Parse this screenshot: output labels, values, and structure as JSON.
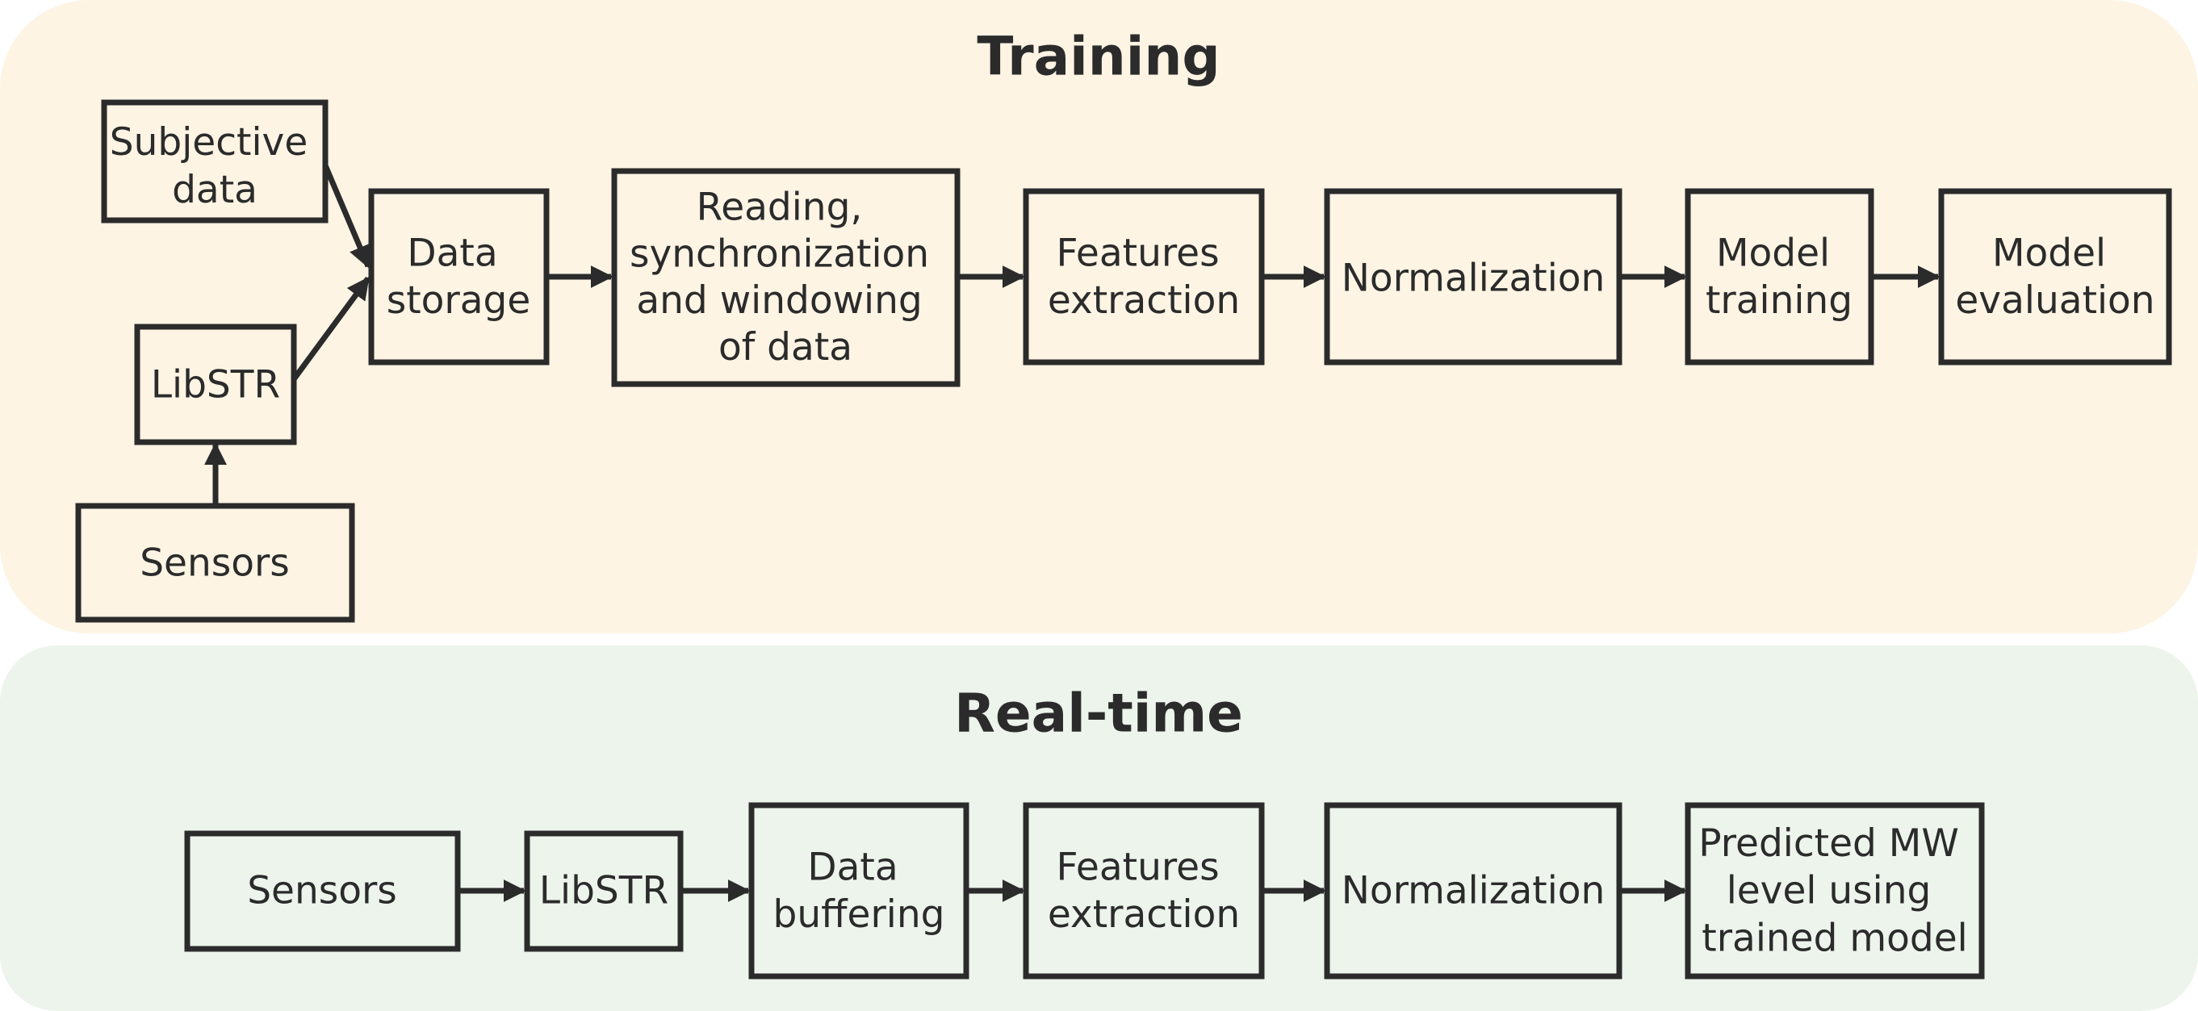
{
  "colors": {
    "training_bg": "#fdf4e4",
    "realtime_bg": "#ecf4ec",
    "ink": "#2b2b2b"
  },
  "training": {
    "title": "Training",
    "boxes": {
      "subjective_data": [
        "Subjective",
        "data"
      ],
      "data_storage": [
        "Data",
        "storage"
      ],
      "libstr": [
        "LibSTR"
      ],
      "sensors": [
        "Sensors"
      ],
      "reading": [
        "Reading,",
        "synchronization",
        "and windowing",
        "of data"
      ],
      "features_extraction": [
        "Features",
        "extraction"
      ],
      "normalization": [
        "Normalization"
      ],
      "model_training": [
        "Model",
        "training"
      ],
      "model_evaluation": [
        "Model",
        "evaluation"
      ]
    }
  },
  "realtime": {
    "title": "Real-time",
    "boxes": {
      "sensors": [
        "Sensors"
      ],
      "libstr": [
        "LibSTR"
      ],
      "data_buffering": [
        "Data",
        "buffering"
      ],
      "features_extraction": [
        "Features",
        "extraction"
      ],
      "normalization": [
        "Normalization"
      ],
      "predicted": [
        "Predicted MW",
        "level using",
        "trained model"
      ]
    }
  }
}
